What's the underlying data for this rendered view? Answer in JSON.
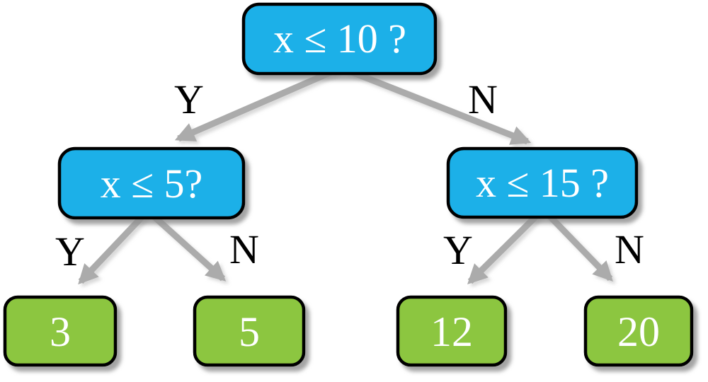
{
  "diagram": {
    "kind": "binary-decision-tree",
    "colors": {
      "decision_fill": "#1FB0E8",
      "leaf_fill": "#8CC63F",
      "edge": "#ABABAB",
      "node_border": "#000000",
      "node_text": "#FFFFFF",
      "edge_label_text": "#000000",
      "background": "#FFFFFF"
    },
    "nodes": {
      "root": {
        "label": "x ≤ 10 ?",
        "type": "decision"
      },
      "q_left": {
        "label": "x ≤ 5?",
        "type": "decision"
      },
      "q_right": {
        "label": "x ≤ 15 ?",
        "type": "decision"
      },
      "leaf_3": {
        "label": "3",
        "type": "leaf"
      },
      "leaf_5": {
        "label": "5",
        "type": "leaf"
      },
      "leaf_12": {
        "label": "12",
        "type": "leaf"
      },
      "leaf_20": {
        "label": "20",
        "type": "leaf"
      }
    },
    "edges": {
      "root_yes": {
        "from": "root",
        "to": "q_left",
        "label": "Y"
      },
      "root_no": {
        "from": "root",
        "to": "q_right",
        "label": "N"
      },
      "qleft_yes": {
        "from": "q_left",
        "to": "leaf_3",
        "label": "Y"
      },
      "qleft_no": {
        "from": "q_left",
        "to": "leaf_5",
        "label": "N"
      },
      "qright_yes": {
        "from": "q_right",
        "to": "leaf_12",
        "label": "Y"
      },
      "qright_no": {
        "from": "q_right",
        "to": "leaf_20",
        "label": "N"
      }
    }
  }
}
